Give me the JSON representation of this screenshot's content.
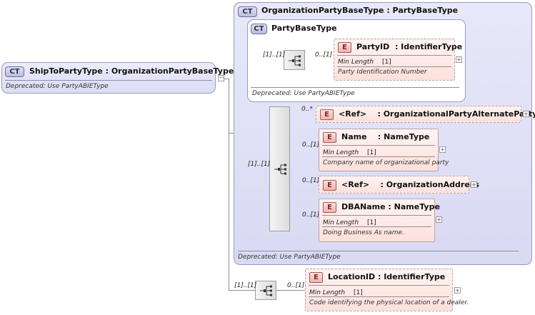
{
  "root": {
    "badge": "CT",
    "title": "ShipToPartyType",
    "type": "OrganizationPartyBaseType",
    "deprecated": "Deprecated: Use PartyABIEType"
  },
  "org": {
    "badge": "CT",
    "title": "OrganizationPartyBaseType",
    "type": "PartyBaseType",
    "deprecated": "Deprecated: Use PartyABIEType"
  },
  "party": {
    "badge": "CT",
    "title": "PartyBaseType",
    "deprecated": "Deprecated: Use PartyABIEType"
  },
  "elements": {
    "partyid": {
      "badge": "E",
      "name": "PartyID",
      "type": "IdentifierType",
      "meta_label": "Min Length",
      "meta_value": "[1]",
      "desc": "Party Identification Number"
    },
    "alt": {
      "badge": "E",
      "name": "<Ref>",
      "type": "OrganizationalPartyAlternatePartyId"
    },
    "name": {
      "badge": "E",
      "name": "Name",
      "type": "NameType",
      "meta_label": "Min Length",
      "meta_value": "[1]",
      "desc": "Company name of organizational party"
    },
    "address": {
      "badge": "E",
      "name": "<Ref>",
      "type": "OrganizationAddress"
    },
    "dba": {
      "badge": "E",
      "name": "DBAName",
      "type": "NameType",
      "meta_label": "Min Length",
      "meta_value": "[1]",
      "desc": "Doing Business As name."
    },
    "location": {
      "badge": "E",
      "name": "LocationID",
      "type": "IdentifierType",
      "meta_label": "Min Length",
      "meta_value": "[1]",
      "desc": "Code identifying the physical location of a dealer."
    }
  },
  "cardinality": {
    "party_seq_in": "[1]..[1]",
    "partyid": "0..[1]",
    "org_seq_in": "[1]..[1]",
    "alt": "0..*",
    "name": "0..[1]",
    "address": "0..[1]",
    "dba": "0..[1]",
    "loc_seq_in": "[1]..[1]",
    "location": "0..[1]"
  },
  "colors": {
    "complex_type_fill": "#dcdcf4",
    "element_fill": "#fce0dc",
    "connector": "#8c8c8c"
  }
}
